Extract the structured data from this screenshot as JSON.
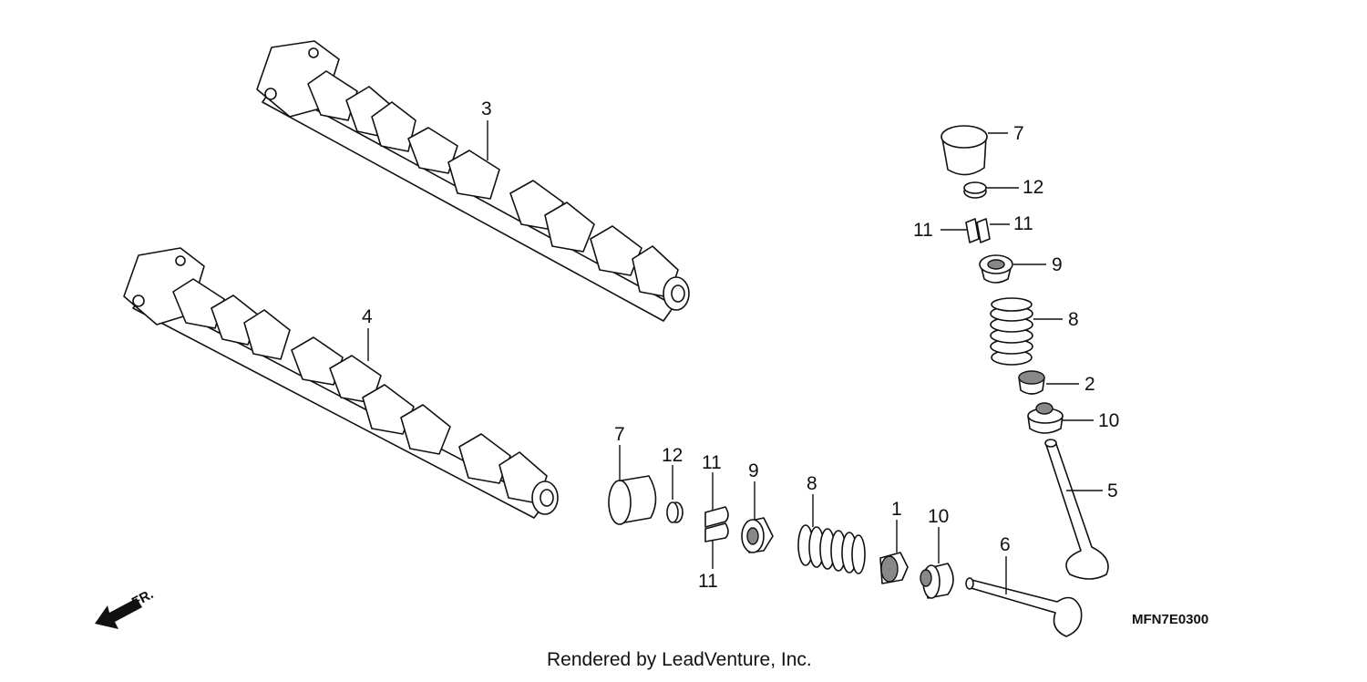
{
  "diagram": {
    "part_labels": [
      {
        "id": "cam-3",
        "text": "3"
      },
      {
        "id": "cam-4",
        "text": "4"
      },
      {
        "id": "r-7",
        "text": "7"
      },
      {
        "id": "r-12",
        "text": "12"
      },
      {
        "id": "r-11a",
        "text": "11"
      },
      {
        "id": "r-11b",
        "text": "11"
      },
      {
        "id": "r-9",
        "text": "9"
      },
      {
        "id": "r-8",
        "text": "8"
      },
      {
        "id": "r-2",
        "text": "2"
      },
      {
        "id": "r-10",
        "text": "10"
      },
      {
        "id": "r-5",
        "text": "5"
      },
      {
        "id": "b-7",
        "text": "7"
      },
      {
        "id": "b-12",
        "text": "12"
      },
      {
        "id": "b-11a",
        "text": "11"
      },
      {
        "id": "b-11b",
        "text": "11"
      },
      {
        "id": "b-9",
        "text": "9"
      },
      {
        "id": "b-8",
        "text": "8"
      },
      {
        "id": "b-1",
        "text": "1"
      },
      {
        "id": "b-10",
        "text": "10"
      },
      {
        "id": "b-6",
        "text": "6"
      }
    ],
    "direction_label": "FR.",
    "diagram_code": "MFN7E0300",
    "footer": "Rendered by LeadVenture, Inc."
  }
}
